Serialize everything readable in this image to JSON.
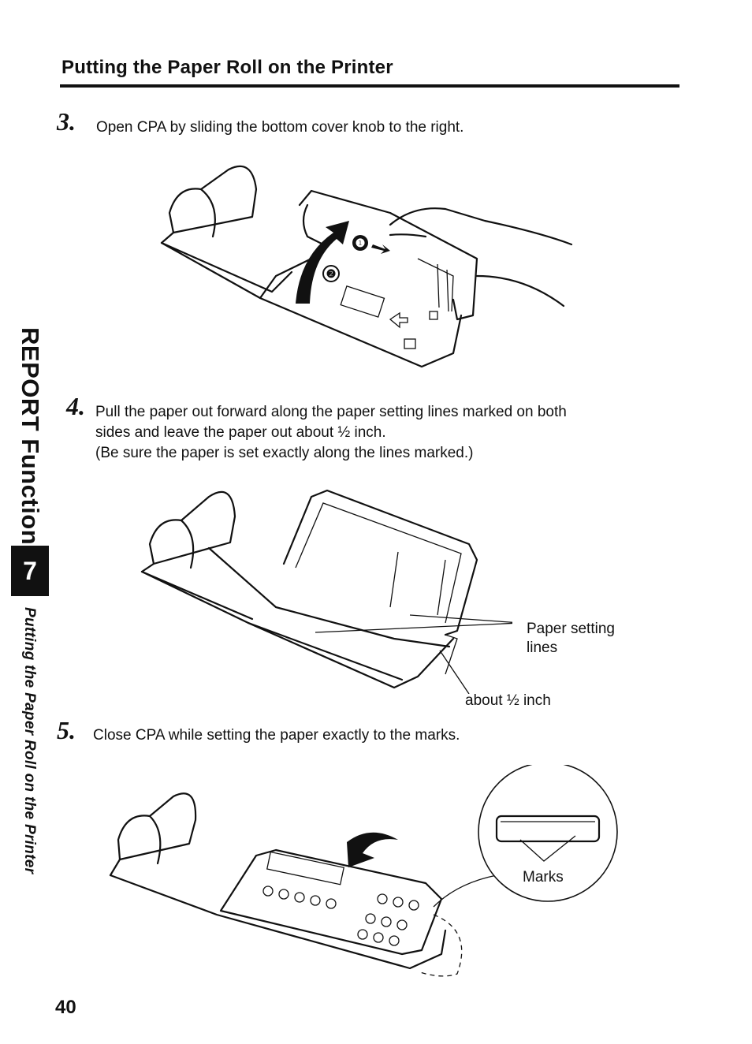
{
  "header": {
    "title": "Putting the Paper Roll on the Printer"
  },
  "sidebar": {
    "chapter": "REPORT Function",
    "chapter_number": "7",
    "section": "Putting the Paper Roll on the Printer"
  },
  "steps": [
    {
      "number": "3.",
      "text": "Open CPA by sliding the bottom cover knob to the right."
    },
    {
      "number": "4.",
      "lines": [
        "Pull the paper out forward along the paper setting lines marked on both",
        "sides and leave the paper out about ½ inch.",
        "(Be sure the paper is set exactly along the lines marked.)"
      ]
    },
    {
      "number": "5.",
      "text": "Close CPA while setting the paper exactly to the marks."
    }
  ],
  "figure1": {
    "callouts": [
      "❶",
      "❷"
    ]
  },
  "figure2": {
    "label_setting_lines": [
      "Paper setting",
      "lines"
    ],
    "label_about": "about ½ inch"
  },
  "figure3": {
    "label_marks": "Marks"
  },
  "footer": {
    "page_number": "40"
  }
}
